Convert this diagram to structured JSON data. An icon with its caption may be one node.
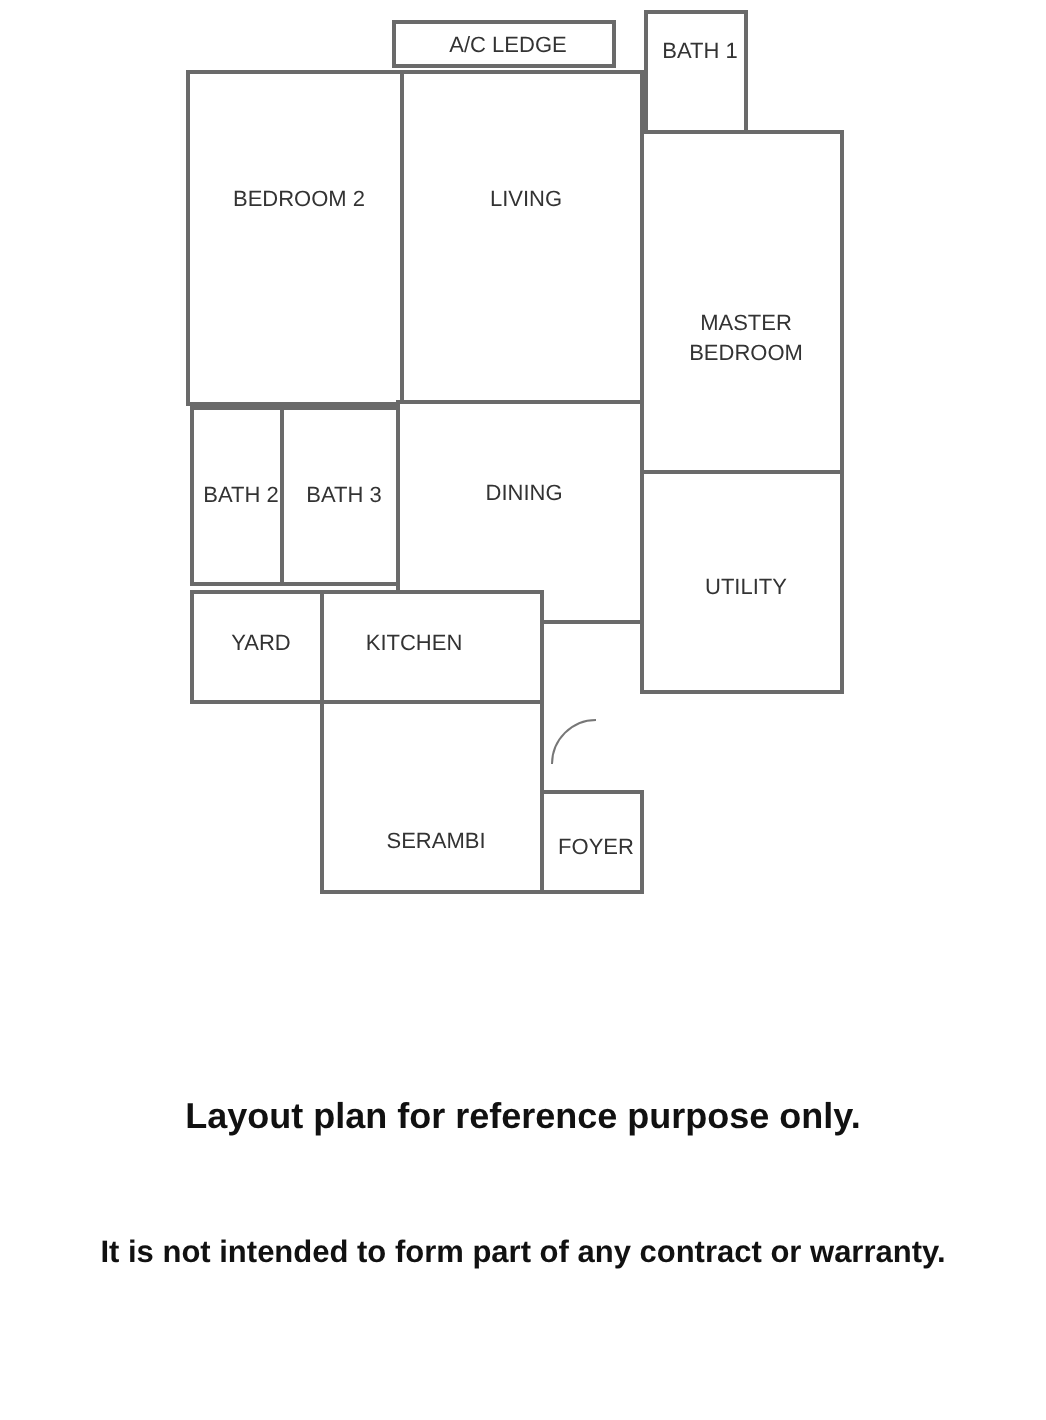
{
  "diagram": {
    "nodes": [
      {
        "text": [
          "A/C LEDGE"
        ]
      },
      {
        "text": [
          "BATH 1"
        ]
      },
      {
        "text": [
          "BEDROOM 2"
        ]
      },
      {
        "text": [
          "LIVING"
        ]
      },
      {
        "text": [
          "MASTER BEDROOM"
        ]
      },
      {
        "text": [
          "BATH 2"
        ]
      },
      {
        "text": [
          "BATH 3"
        ]
      },
      {
        "text": [
          "DINING"
        ]
      },
      {
        "text": [
          "UTILITY"
        ]
      },
      {
        "text": [
          "YARD"
        ]
      },
      {
        "text": [
          "KITCHEN"
        ]
      },
      {
        "text": [
          "SERAMBI"
        ]
      },
      {
        "text": [
          "FOYER"
        ]
      }
    ],
    "edges": [],
    "labels": [
      "Layout plan for reference purpose only.",
      "It is not intended to form part of any contract or warranty."
    ]
  }
}
